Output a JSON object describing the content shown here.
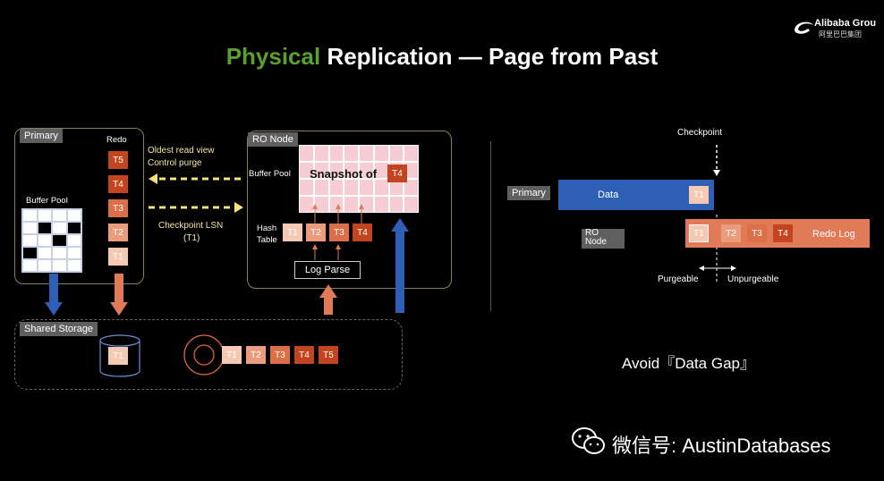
{
  "header": {
    "title_highlight": "Physical",
    "title_rest": "Replication — Page from Past",
    "logo_text": "Alibaba Grou",
    "logo_subtext": "阿里巴巴集团"
  },
  "primary": {
    "tag": "Primary",
    "redo_label": "Redo",
    "buffer_pool_label": "Buffer Pool",
    "redo_items": [
      "T5",
      "T4",
      "T3",
      "T2",
      "T1"
    ]
  },
  "middle_labels": {
    "read_view_line1": "Oldest read view",
    "read_view_line2": "Control purge",
    "checkpoint_line1": "Checkpoint LSN",
    "checkpoint_line2": "(T1)"
  },
  "ro_node": {
    "tag": "RO Node",
    "buffer_pool_label": "Buffer Pool",
    "snapshot_label": "Snapshot of",
    "snapshot_item": "T4",
    "hash_table_label_1": "Hash",
    "hash_table_label_2": "Table",
    "hash_items": [
      "T1",
      "T2",
      "T3",
      "T4"
    ],
    "log_parse_label": "Log Parse"
  },
  "shared_storage": {
    "tag": "Shared Storage",
    "cylinder_item": "T1",
    "log_items": [
      "T1",
      "T2",
      "T3",
      "T4",
      "T5"
    ]
  },
  "timeline": {
    "checkpoint_label": "Checkpoint",
    "primary_tag": "Primary",
    "data_label": "Data",
    "data_item": "T1",
    "ro_tag_line1": "RO",
    "ro_tag_line2": "Node",
    "redo_items": [
      "T1",
      "T2",
      "T3",
      "T4"
    ],
    "redo_log_label": "Redo Log",
    "purgeable_label": "Purgeable",
    "unpurgeable_label": "Unpurgeable",
    "avoid_text": "Avoid『Data Gap』"
  },
  "watermark": {
    "text": "微信号: AustinDatabases"
  },
  "colors": {
    "green": "#5aa02c",
    "blue": "#2f5fb5",
    "orange": "#e07a57",
    "yellow": "#f5e27a"
  }
}
